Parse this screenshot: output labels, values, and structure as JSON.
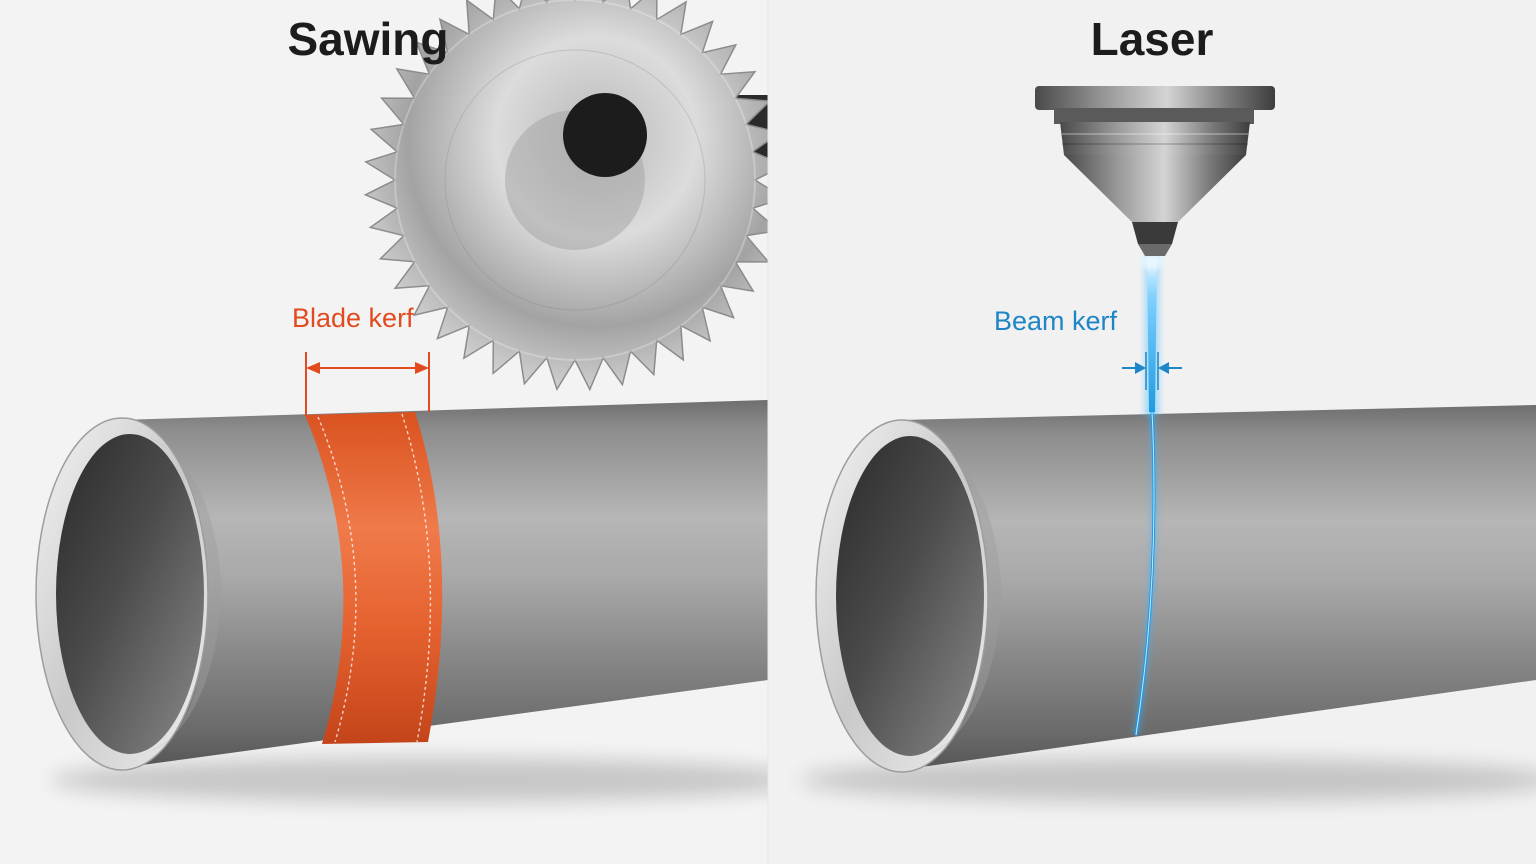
{
  "panels": {
    "sawing": {
      "title": "Sawing",
      "kerf_label": "Blade kerf"
    },
    "laser": {
      "title": "Laser",
      "kerf_label": "Beam kerf"
    }
  },
  "colors": {
    "background": "#f2f2f2",
    "blade_kerf": "#e24a1f",
    "beam_kerf": "#1e86c6",
    "steel": "#9a9a9a",
    "title_text": "#1c1c1c"
  },
  "icons": [
    "circular-saw-blade",
    "laser-cutting-head",
    "steel-tube"
  ]
}
